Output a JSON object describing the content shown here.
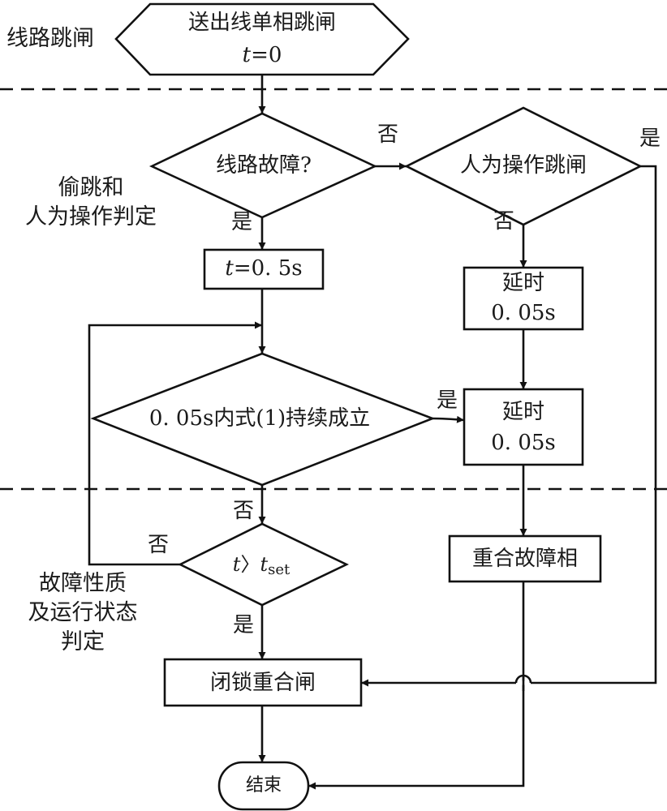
{
  "diagram": {
    "type": "flowchart",
    "sections": [
      {
        "id": "line-trip",
        "label": "线路跳闸"
      },
      {
        "id": "steal-trip-manual",
        "label_lines": [
          "偷跳和",
          "人为操作判定"
        ]
      },
      {
        "id": "fault-nature",
        "label_lines": [
          "故障性质",
          "及运行状态",
          "判定"
        ]
      }
    ],
    "nodes": {
      "start": {
        "shape": "hexagon",
        "lines": [
          "送出线单相跳闸"
        ],
        "var": "t",
        "expr": "=0"
      },
      "line_fault": {
        "shape": "diamond",
        "text": "线路故障?"
      },
      "manual_trip": {
        "shape": "diamond",
        "text": "人为操作跳闸"
      },
      "set_t": {
        "shape": "rect",
        "var": "t",
        "expr": "=0. 5s"
      },
      "delay1": {
        "shape": "rect",
        "lines": [
          "延时",
          "0. 05s"
        ]
      },
      "condition": {
        "shape": "diamond",
        "text": "0. 05s内式(1)持续成立"
      },
      "delay2": {
        "shape": "rect",
        "lines": [
          "延时",
          "0. 05s"
        ]
      },
      "timeout": {
        "shape": "diamond",
        "var": "t",
        "op": "〉",
        "var2": "t",
        "sub": "set"
      },
      "reclose": {
        "shape": "rect",
        "text": "重合故障相"
      },
      "block": {
        "shape": "rect",
        "text": "闭锁重合闸"
      },
      "end": {
        "shape": "terminal",
        "text": "结束"
      }
    },
    "edge_labels": {
      "line_fault_no": "否",
      "line_fault_yes": "是",
      "manual_yes": "是",
      "manual_no": "否",
      "condition_yes": "是",
      "condition_no": "否",
      "timeout_no": "否",
      "timeout_yes": "是"
    },
    "edges": [
      {
        "from": "start",
        "to": "line_fault"
      },
      {
        "from": "line_fault",
        "to": "manual_trip",
        "label": "否"
      },
      {
        "from": "line_fault",
        "to": "set_t",
        "label": "是"
      },
      {
        "from": "manual_trip",
        "to": "block",
        "label": "是"
      },
      {
        "from": "manual_trip",
        "to": "delay1",
        "label": "否"
      },
      {
        "from": "set_t",
        "to": "condition"
      },
      {
        "from": "delay1",
        "to": "delay2"
      },
      {
        "from": "condition",
        "to": "delay2",
        "label": "是"
      },
      {
        "from": "condition",
        "to": "timeout",
        "label": "否"
      },
      {
        "from": "timeout",
        "to": "condition",
        "label": "否"
      },
      {
        "from": "timeout",
        "to": "block",
        "label": "是"
      },
      {
        "from": "delay2",
        "to": "reclose"
      },
      {
        "from": "reclose",
        "to": "end"
      },
      {
        "from": "block",
        "to": "end"
      }
    ]
  }
}
